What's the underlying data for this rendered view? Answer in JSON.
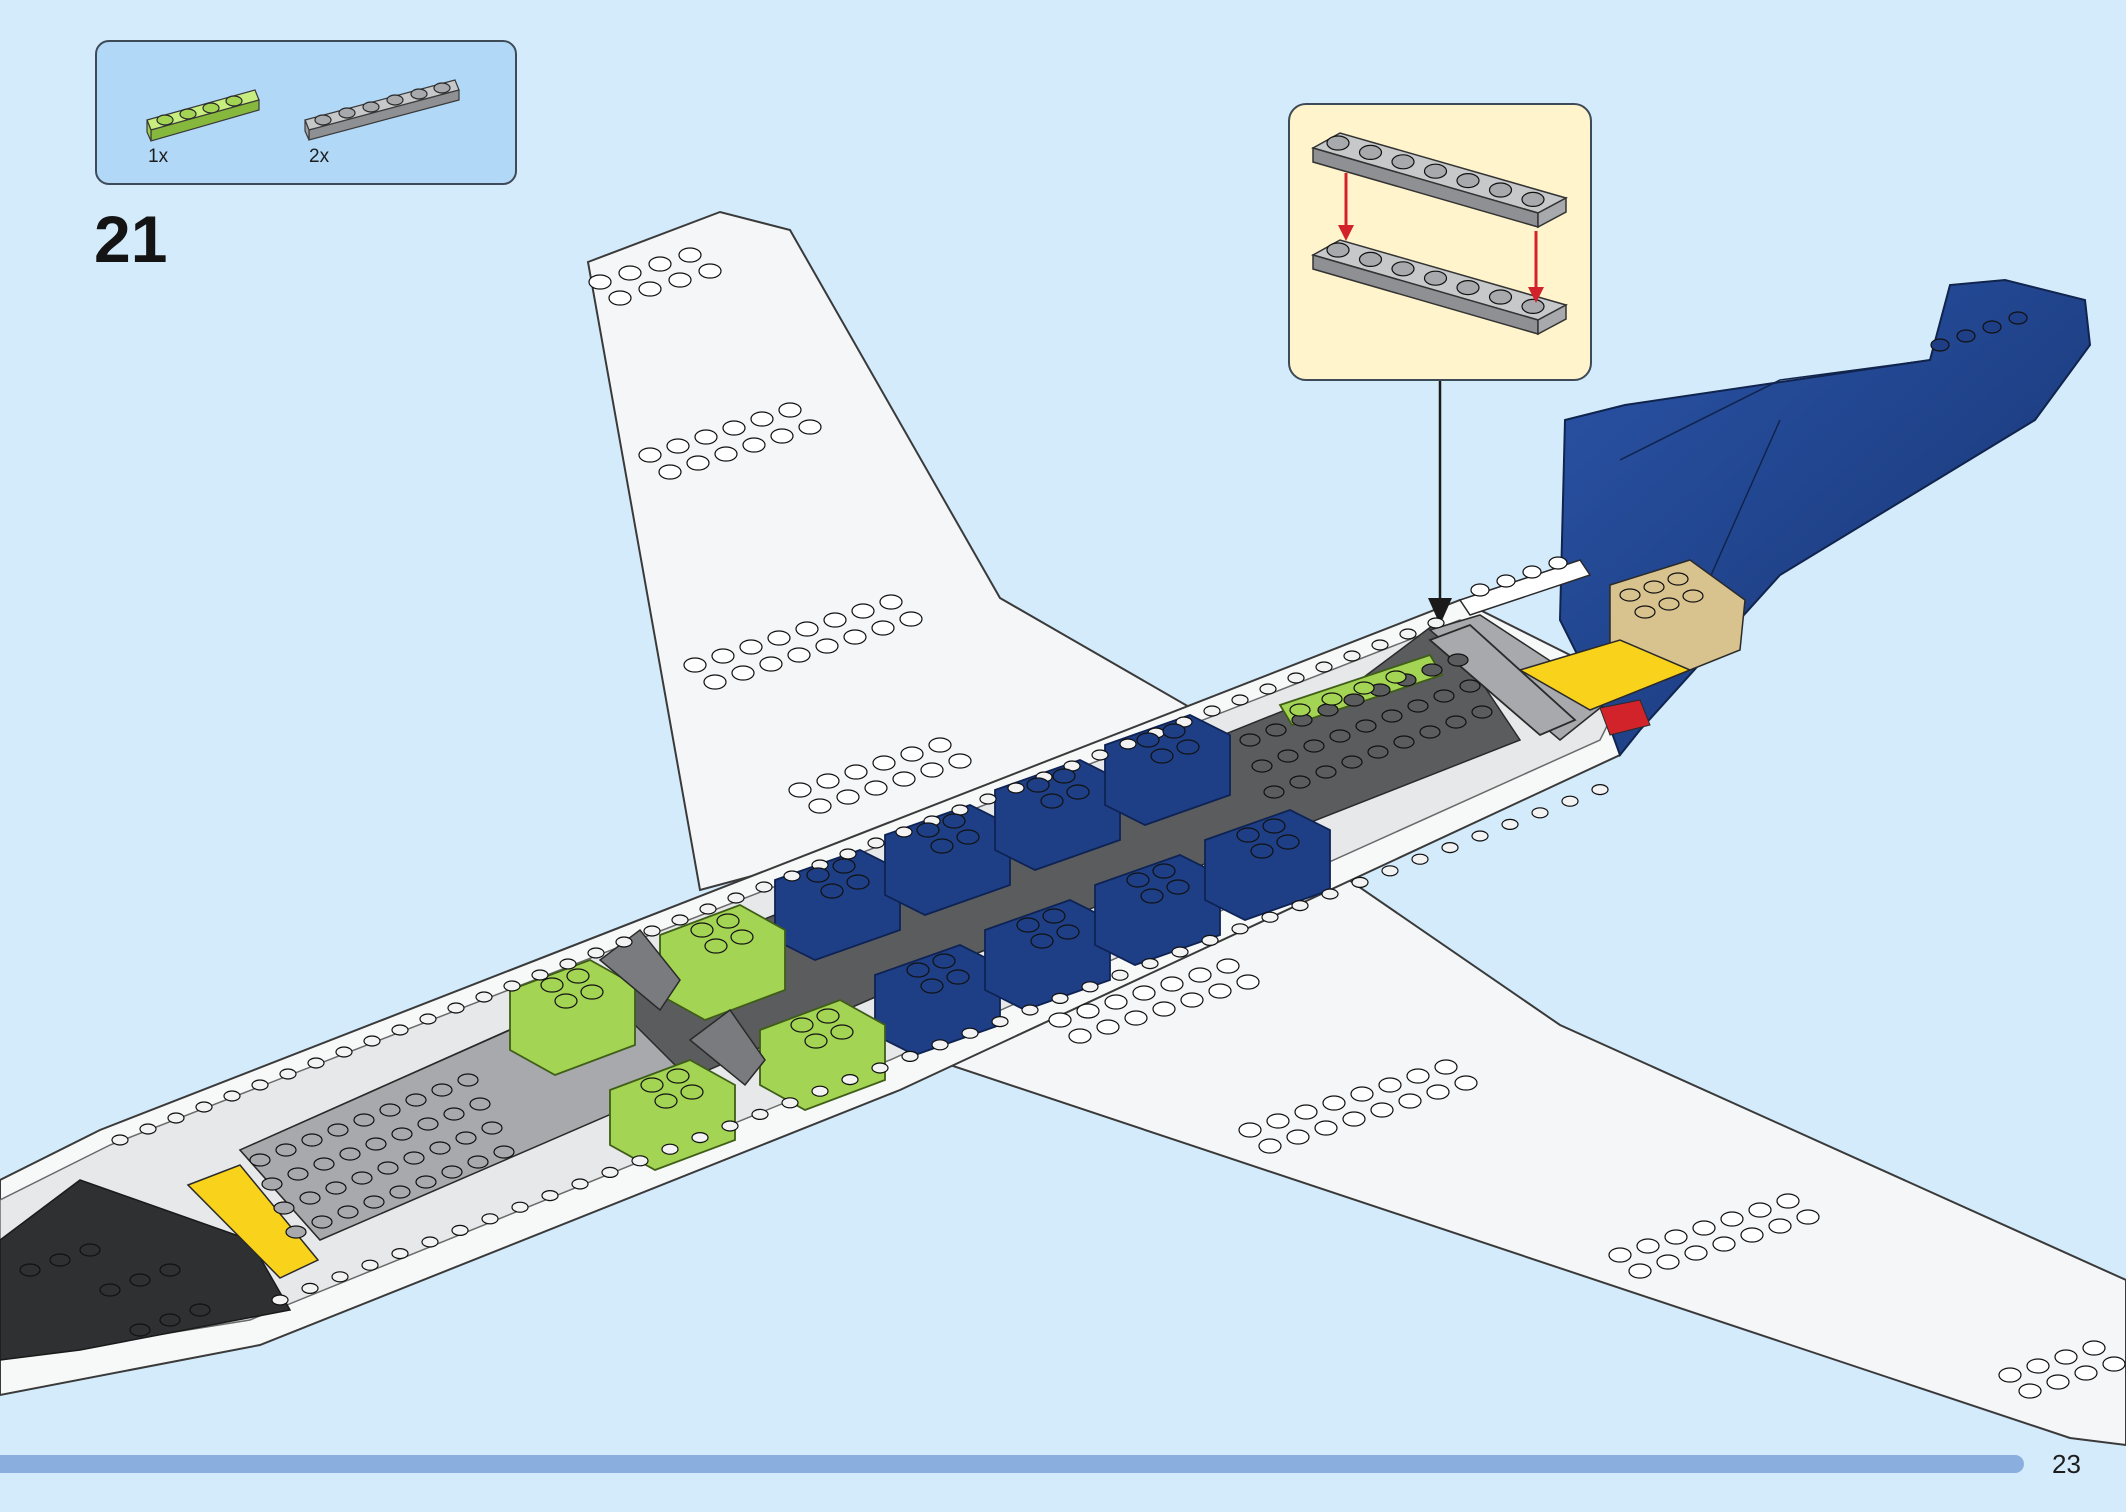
{
  "parts_list": {
    "items": [
      {
        "part": "lime-green-plate-1x4",
        "color": "#a4d454",
        "quantity": "1x"
      },
      {
        "part": "grey-plate-1x6",
        "color": "#a7a9ac",
        "quantity": "2x"
      }
    ]
  },
  "step": {
    "number": "21"
  },
  "page": {
    "number": "23"
  },
  "colors": {
    "background": "#d4ebfb",
    "parts_box": "#b2d8f7",
    "callout_bg": "#fff4cc",
    "white": "#f7f8f8",
    "dark_grey": "#5b5c5e",
    "light_grey": "#a7a9ac",
    "navy": "#1e3f86",
    "lime": "#a4d454",
    "yellow": "#f9d21b",
    "tan": "#d8c28e",
    "red": "#d3232a",
    "progress": "#8aaede"
  }
}
